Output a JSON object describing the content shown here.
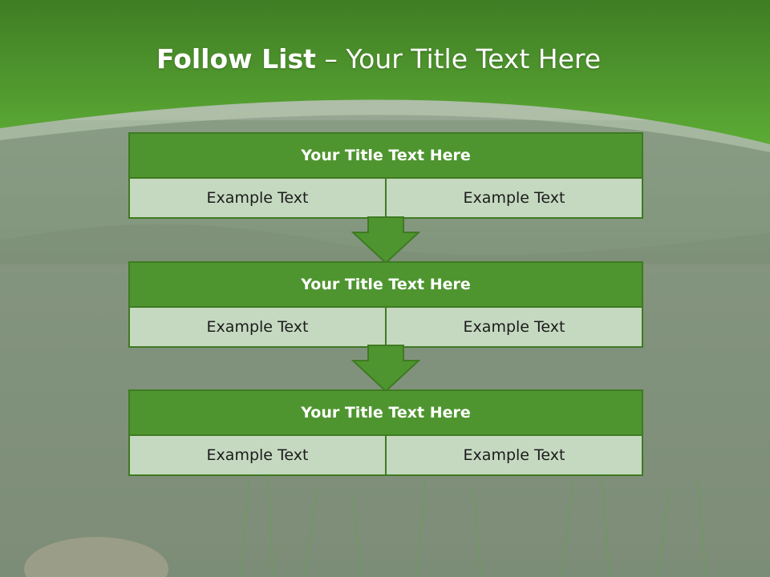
{
  "slide": {
    "title_bold": "Follow List",
    "title_rest": " – Your Title Text Here"
  },
  "steps": [
    {
      "title": "Your Title Text Here",
      "left": "Example Text",
      "right": "Example Text"
    },
    {
      "title": "Your Title Text Here",
      "left": "Example Text",
      "right": "Example Text"
    },
    {
      "title": "Your Title Text Here",
      "left": "Example Text",
      "right": "Example Text"
    }
  ],
  "colors": {
    "header_green": "#4e952f",
    "border_green": "#3f7a22",
    "cell_fill": "#c5d9c0",
    "banner_green": "#5aa93a"
  },
  "icons": [
    "down-arrow-icon"
  ]
}
